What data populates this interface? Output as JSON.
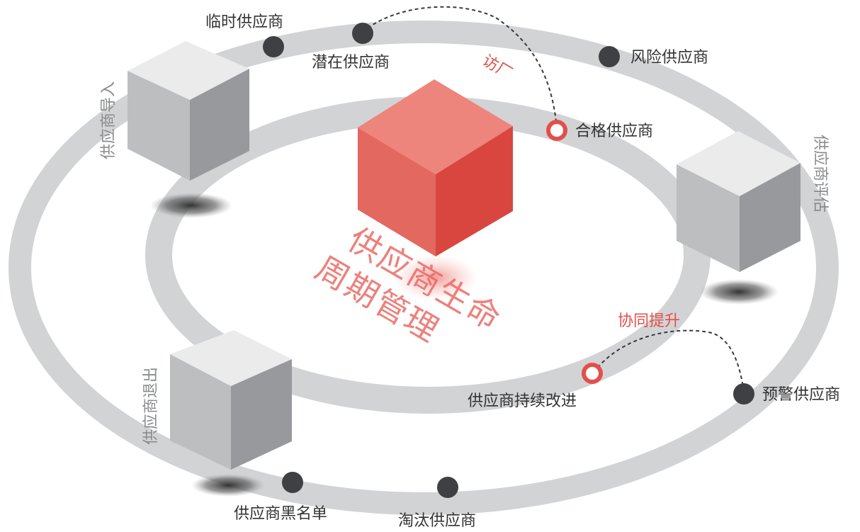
{
  "center": {
    "title_line1": "供应商生命",
    "title_line2": "周期管理"
  },
  "nodes": [
    {
      "id": "temporary",
      "label": "临时供应商",
      "kind": "dark"
    },
    {
      "id": "potential",
      "label": "潜在供应商",
      "kind": "dark"
    },
    {
      "id": "risk",
      "label": "风险供应商",
      "kind": "dark"
    },
    {
      "id": "qualified",
      "label": "合格供应商",
      "kind": "red-ring"
    },
    {
      "id": "continuous",
      "label": "供应商持续改进",
      "kind": "red-ring"
    },
    {
      "id": "warning",
      "label": "预警供应商",
      "kind": "dark"
    },
    {
      "id": "blacklist",
      "label": "供应商黑名单",
      "kind": "dark"
    },
    {
      "id": "eliminated",
      "label": "淘汰供应商",
      "kind": "dark"
    }
  ],
  "cubes": [
    {
      "id": "import",
      "label": "供应商导入"
    },
    {
      "id": "evaluation",
      "label": "供应商评估"
    },
    {
      "id": "exit",
      "label": "供应商退出"
    }
  ],
  "links": [
    {
      "id": "visit",
      "label": "访厂",
      "from": "potential",
      "to": "qualified"
    },
    {
      "id": "cooperate",
      "label": "协同提升",
      "from": "warning",
      "to": "continuous"
    }
  ],
  "colors": {
    "ring": "#d2d3d5",
    "dark_node": "#3f4043",
    "accent_red": "#e2504a",
    "label_text": "#333333",
    "cube_label": "#8a8b8d"
  }
}
